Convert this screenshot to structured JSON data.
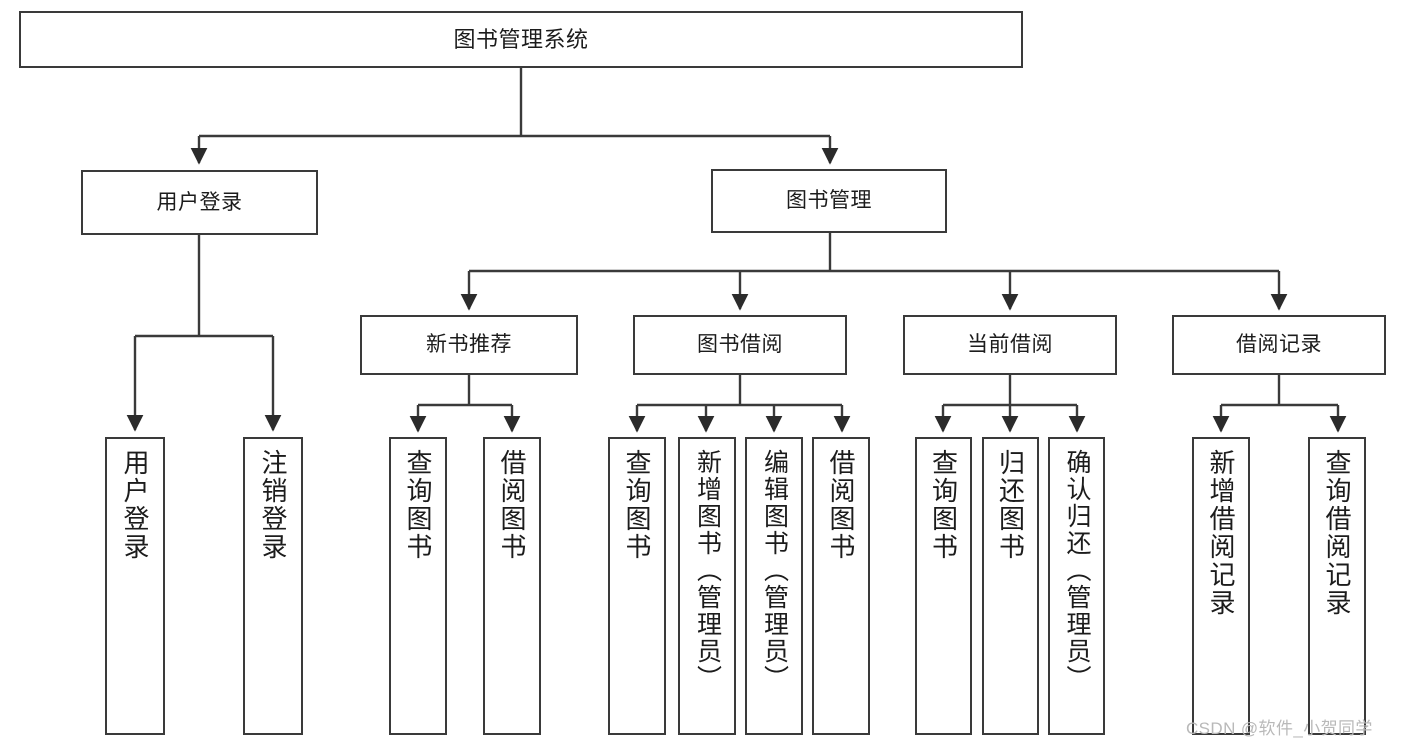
{
  "diagram": {
    "title": "图书管理系统",
    "watermark": "CSDN @软件_小贺同学",
    "line_color": "#3a3a3a",
    "box_fill": "#ffffff",
    "text_color": "#1c1c1c",
    "watermark_color": "#b9b9b9",
    "levels": {
      "root": [
        "图书管理系统"
      ],
      "level2": [
        "用户登录",
        "图书管理"
      ],
      "level3": [
        "新书推荐",
        "图书借阅",
        "当前借阅",
        "借阅记录"
      ],
      "leaves": [
        "用户登录",
        "注销登录",
        "查询图书",
        "借阅图书",
        "查询图书",
        "新增图书（管理员）",
        "编辑图书（管理员）",
        "借阅图书",
        "查询图书",
        "归还图书",
        "确认归还（管理员）",
        "新增借阅记录",
        "查询借阅记录"
      ]
    },
    "nodes": {
      "root": {
        "label": "图书管理系统"
      },
      "user_login": {
        "label": "用户登录"
      },
      "book_manage": {
        "label": "图书管理"
      },
      "new_book_rec": {
        "label": "新书推荐"
      },
      "book_borrow": {
        "label": "图书借阅"
      },
      "current_borrow": {
        "label": "当前借阅"
      },
      "borrow_record": {
        "label": "借阅记录"
      },
      "leaf_user_login": {
        "label": "用户登录"
      },
      "leaf_logout": {
        "label": "注销登录"
      },
      "leaf_query_book_1": {
        "label": "查询图书"
      },
      "leaf_borrow_book_1": {
        "label": "借阅图书"
      },
      "leaf_query_book_2": {
        "label": "查询图书"
      },
      "leaf_add_book": {
        "label": "新增图书（管理员）"
      },
      "leaf_edit_book": {
        "label": "编辑图书（管理员）"
      },
      "leaf_borrow_book_2": {
        "label": "借阅图书"
      },
      "leaf_query_book_3": {
        "label": "查询图书"
      },
      "leaf_return_book": {
        "label": "归还图书"
      },
      "leaf_confirm_return": {
        "label": "确认归还（管理员）"
      },
      "leaf_add_record": {
        "label": "新增借阅记录"
      },
      "leaf_query_record": {
        "label": "查询借阅记录"
      }
    }
  }
}
